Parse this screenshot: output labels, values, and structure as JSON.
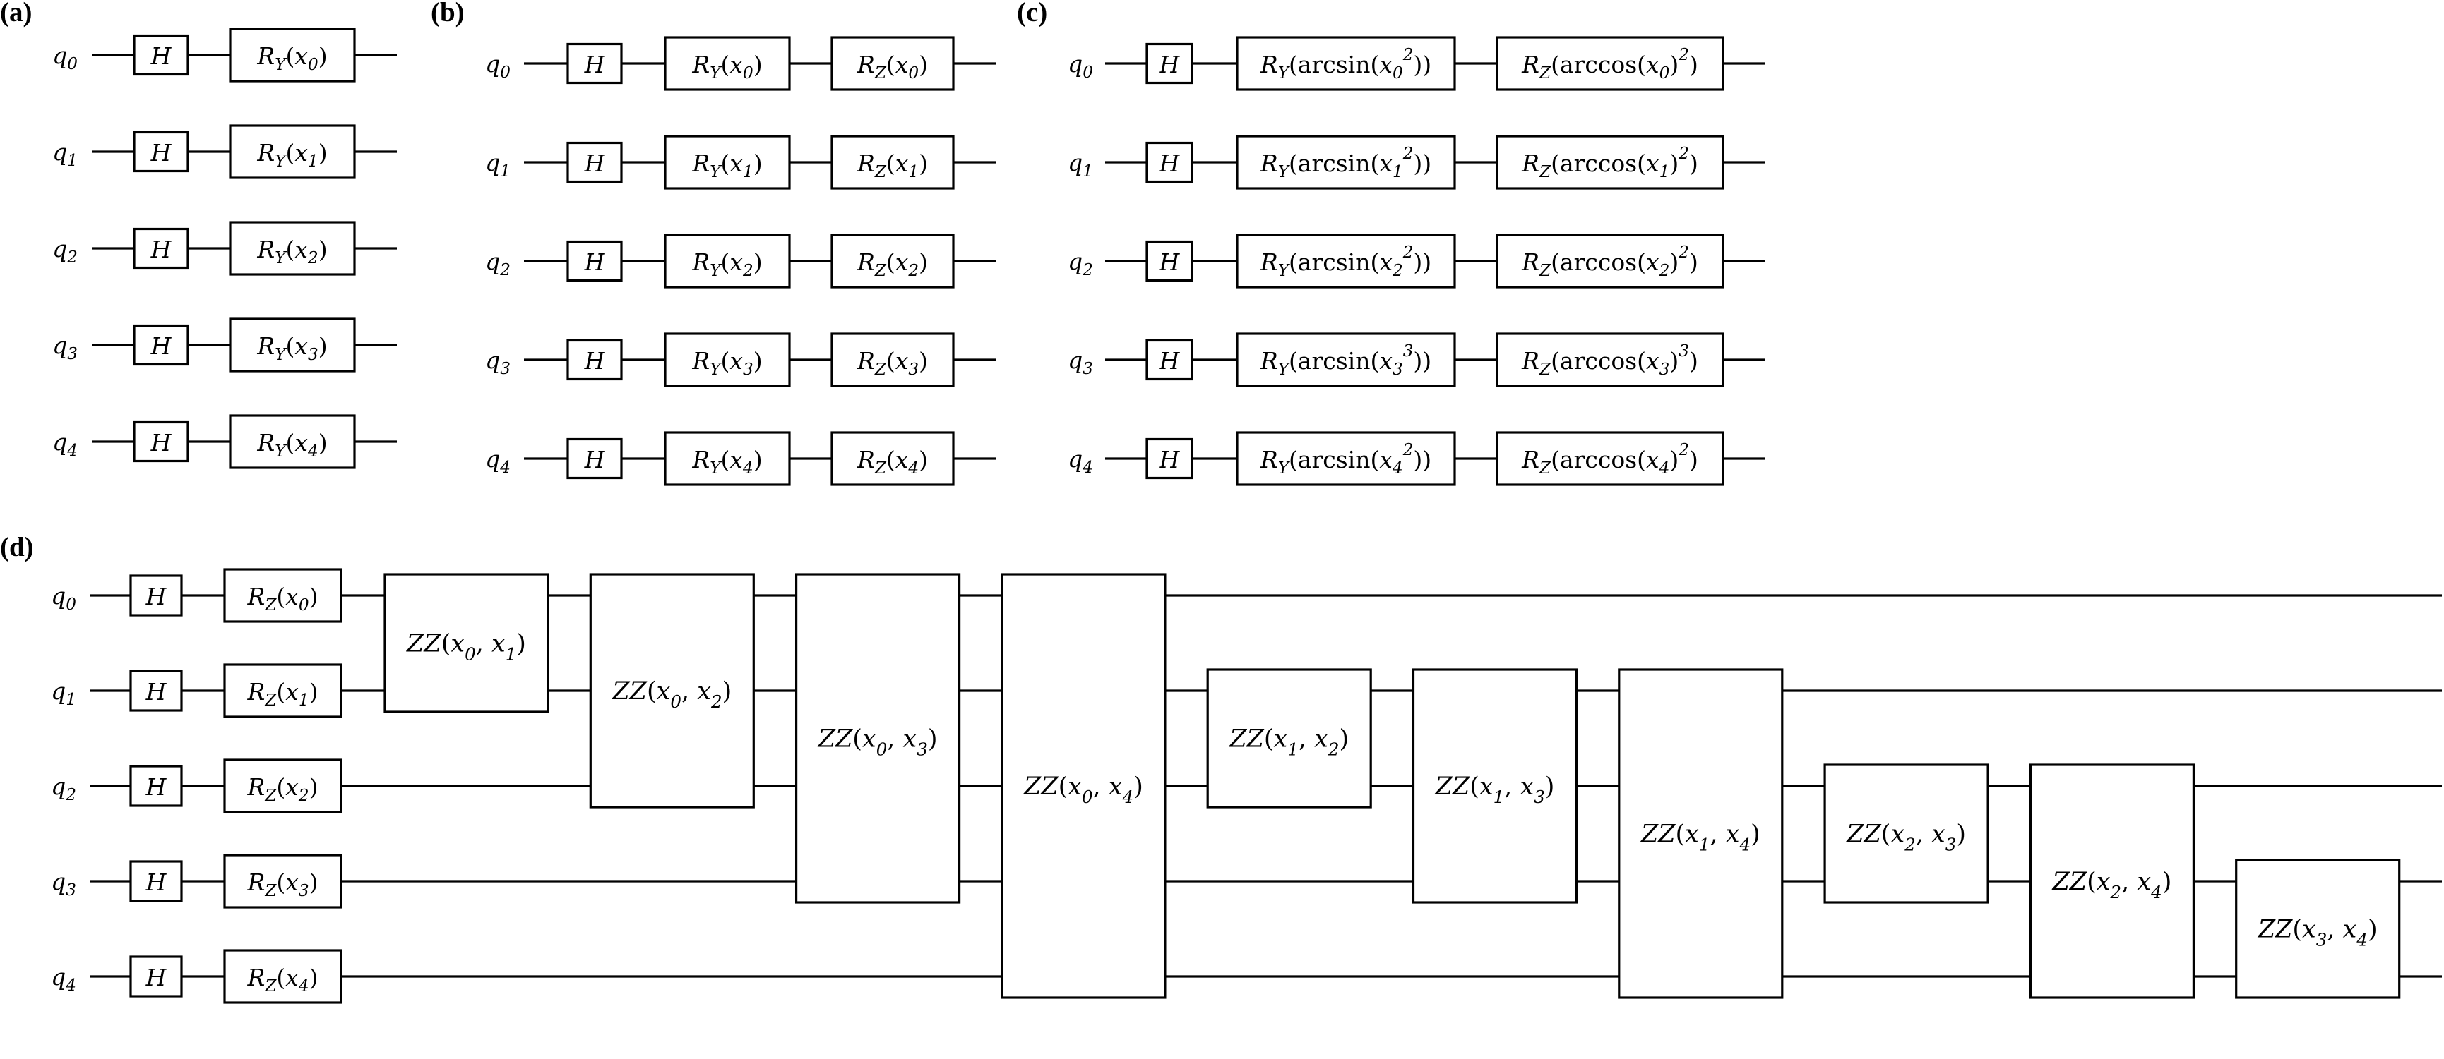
{
  "panels": [
    {
      "id": "a",
      "label": "(a)",
      "qubits": [
        "q0",
        "q1",
        "q2",
        "q3",
        "q4"
      ],
      "columns": [
        {
          "gates": [
            "H",
            "H",
            "H",
            "H",
            "H"
          ]
        },
        {
          "gates": [
            "RY(x0)",
            "RY(x1)",
            "RY(x2)",
            "RY(x3)",
            "RY(x4)"
          ]
        }
      ]
    },
    {
      "id": "b",
      "label": "(b)",
      "qubits": [
        "q0",
        "q1",
        "q2",
        "q3",
        "q4"
      ],
      "columns": [
        {
          "gates": [
            "H",
            "H",
            "H",
            "H",
            "H"
          ]
        },
        {
          "gates": [
            "RY(x0)",
            "RY(x1)",
            "RY(x2)",
            "RY(x3)",
            "RY(x4)"
          ]
        },
        {
          "gates": [
            "RZ(x0)",
            "RZ(x1)",
            "RZ(x2)",
            "RZ(x3)",
            "RZ(x4)"
          ]
        }
      ]
    },
    {
      "id": "c",
      "label": "(c)",
      "qubits": [
        "q0",
        "q1",
        "q2",
        "q3",
        "q4"
      ],
      "columns": [
        {
          "gates": [
            "H",
            "H",
            "H",
            "H",
            "H"
          ]
        },
        {
          "gates": [
            "RY(arcsin(x0^2))",
            "RY(arcsin(x1^2))",
            "RY(arcsin(x2^2))",
            "RY(arcsin(x3^3))",
            "RY(arcsin(x4^2))"
          ]
        },
        {
          "gates": [
            "RZ(arccos(x0)^2)",
            "RZ(arccos(x1)^2)",
            "RZ(arccos(x2)^2)",
            "RZ(arccos(x3)^3)",
            "RZ(arccos(x4)^2)"
          ]
        }
      ]
    },
    {
      "id": "d",
      "label": "(d)",
      "qubits": [
        "q0",
        "q1",
        "q2",
        "q3",
        "q4"
      ],
      "single_qubit_columns": [
        {
          "gates": [
            "H",
            "H",
            "H",
            "H",
            "H"
          ]
        },
        {
          "gates": [
            "RZ(x0)",
            "RZ(x1)",
            "RZ(x2)",
            "RZ(x3)",
            "RZ(x4)"
          ]
        }
      ],
      "zz_gates": [
        {
          "label": "ZZ(x0, x1)",
          "qubits": [
            0,
            1
          ]
        },
        {
          "label": "ZZ(x0, x2)",
          "qubits": [
            0,
            2
          ]
        },
        {
          "label": "ZZ(x0, x3)",
          "qubits": [
            0,
            3
          ]
        },
        {
          "label": "ZZ(x0, x4)",
          "qubits": [
            0,
            4
          ]
        },
        {
          "label": "ZZ(x1, x2)",
          "qubits": [
            1,
            2
          ]
        },
        {
          "label": "ZZ(x1, x3)",
          "qubits": [
            1,
            3
          ]
        },
        {
          "label": "ZZ(x1, x4)",
          "qubits": [
            1,
            4
          ]
        },
        {
          "label": "ZZ(x2, x3)",
          "qubits": [
            2,
            3
          ]
        },
        {
          "label": "ZZ(x2, x4)",
          "qubits": [
            2,
            4
          ]
        },
        {
          "label": "ZZ(x3, x4)",
          "qubits": [
            3,
            4
          ]
        }
      ]
    }
  ]
}
